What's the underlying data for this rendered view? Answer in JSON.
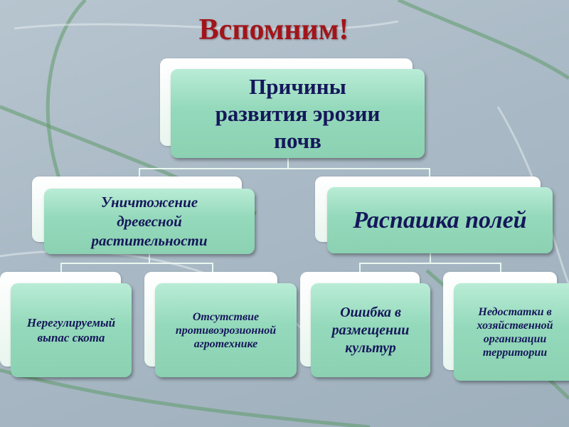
{
  "title": "Вспомним!",
  "diagram": {
    "root": "Причины развития эрозии почв",
    "branches": [
      {
        "label": "Уничтожение древесной растительности",
        "children": [
          "Нерегулируемый выпас скота",
          "Отсутствие противоэрозионной агротехнике"
        ]
      },
      {
        "label": "Распашка полей",
        "children": [
          "Ошибка в размещении культур",
          "Недостатки в хозяйственной организации территории"
        ]
      }
    ]
  },
  "colors": {
    "title": "#a3141a",
    "box": "#94d9bb",
    "text": "#15175a"
  }
}
